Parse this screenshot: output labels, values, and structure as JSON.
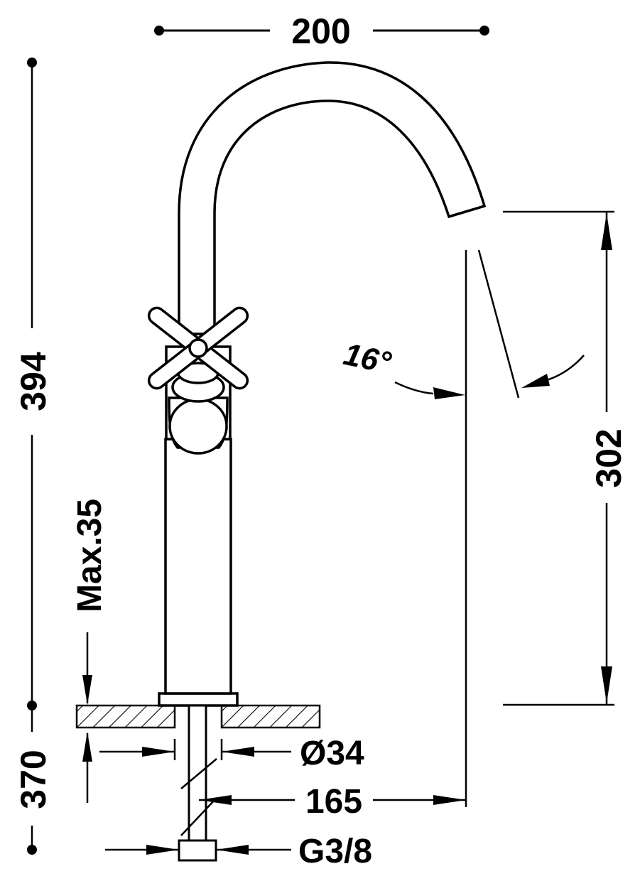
{
  "diagram": {
    "dimensions": {
      "width_total": "200",
      "height_total": "394",
      "spout_height": "302",
      "spout_angle": "16°",
      "max_thickness": "Max.35",
      "hose_length": "370",
      "hole_diameter": "Ø34",
      "spout_reach": "165",
      "connection_thread": "G3/8"
    }
  }
}
